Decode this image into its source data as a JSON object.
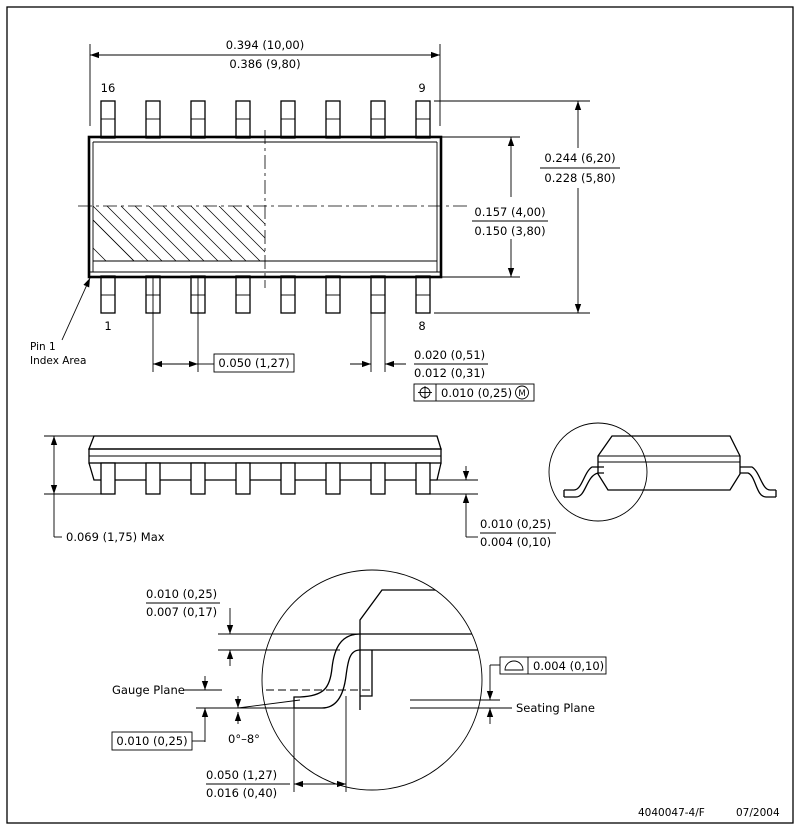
{
  "top_view": {
    "length_max": "0.394 (10,00)",
    "length_min": "0.386 (9,80)",
    "pin_16": "16",
    "pin_9": "9",
    "pin_1": "1",
    "pin_8": "8",
    "width_overall_max": "0.244 (6,20)",
    "width_overall_min": "0.228 (5,80)",
    "body_width_max": "0.157 (4,00)",
    "body_width_min": "0.150 (3,80)",
    "pin1_label_line1": "Pin 1",
    "pin1_label_line2": "Index Area",
    "pitch": "0.050 (1,27)",
    "lead_width_max": "0.020 (0,51)",
    "lead_width_min": "0.012 (0,31)",
    "position_tolerance": "0.010 (0,25)",
    "modifier": "M"
  },
  "side_view": {
    "height_max": "0.069 (1,75) Max",
    "standoff_max": "0.010 (0,25)",
    "standoff_min": "0.004 (0,10)"
  },
  "detail_view": {
    "lead_thickness_max": "0.010 (0,25)",
    "lead_thickness_min": "0.007 (0,17)",
    "gauge_plane": "Gauge Plane",
    "gauge_value": "0.010 (0,25)",
    "angle": "0°–8°",
    "foot_length_max": "0.050 (1,27)",
    "foot_length_min": "0.016 (0,40)",
    "coplanarity": "0.004 (0,10)",
    "seating_plane": "Seating Plane"
  },
  "footer": {
    "drawing_number": "4040047-4/F",
    "date": "07/2004"
  }
}
